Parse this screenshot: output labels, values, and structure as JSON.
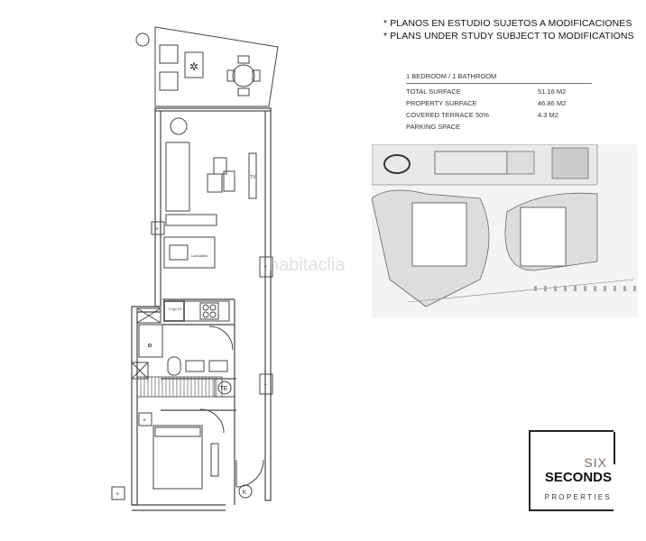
{
  "notes": {
    "line1": "* PLANOS EN ESTUDIO SUJETOS A MODIFICACIONES",
    "line2": "* PLANS UNDER STUDY SUBJECT TO MODIFICATIONS"
  },
  "summary": {
    "heading": "1 BEDROOM / 1 BATHROOM",
    "rows": [
      {
        "label": "TOTAL SURFACE",
        "value": "51.16 M2"
      },
      {
        "label": "PROPERTY SURFACE",
        "value": "46.86 M2"
      },
      {
        "label": "COVERED TERRACE 50%",
        "value": "4.3 M2"
      },
      {
        "label": "PARKING SPACE",
        "value": ""
      }
    ]
  },
  "floorplan": {
    "fridge_label": "Frigo 60",
    "dishwasher_label": "Lavavajillas",
    "water_heater_label": "TE",
    "entrance_marker": "K",
    "tv_label": "TV"
  },
  "watermark": "habitaclia",
  "logo": {
    "six": "SIX",
    "seconds": "SECONDS",
    "properties": "PROPERTIES",
    "accent_color": "#7a6c66"
  }
}
